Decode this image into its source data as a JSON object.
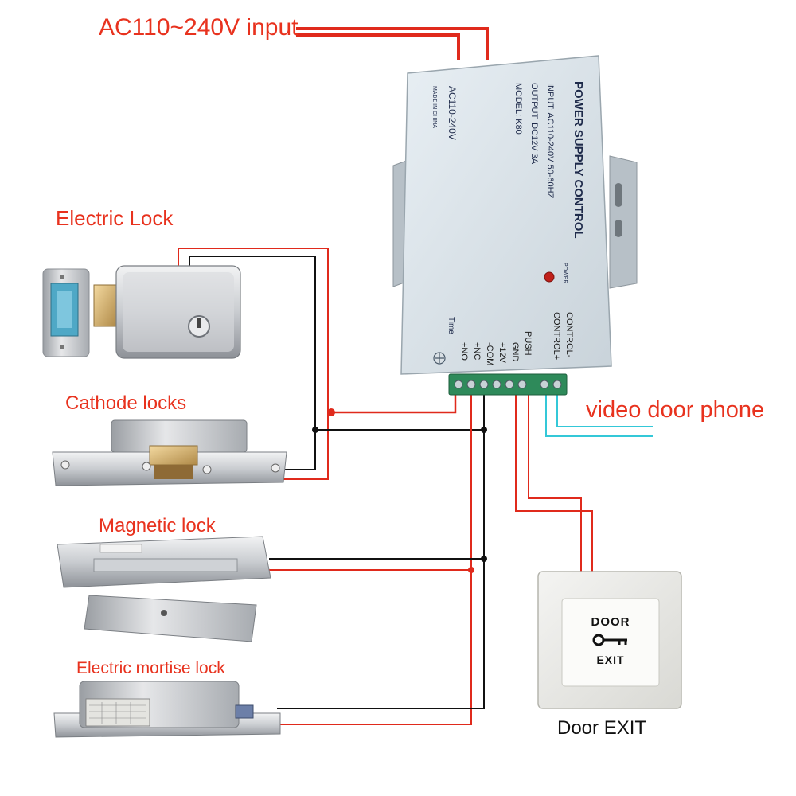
{
  "labels": {
    "ac_input": "AC110~240V input",
    "electric_lock": "Electric Lock",
    "cathode_locks": "Cathode locks",
    "magnetic_lock": "Magnetic lock",
    "electric_mortise_lock": "Electric mortise lock",
    "video_door_phone": "video door phone",
    "door_exit": "Door EXIT"
  },
  "power_supply": {
    "title": "POWER SUPPLY CONTROL",
    "input": "INPUT: AC110-240V  50-60HZ",
    "output": "OUTPUT: DC12V  3A",
    "model": "MODEL: K80",
    "voltage": "AC110-240V",
    "made_in": "MADE IN CHINA",
    "power_led_label": "POWER",
    "time_label": "Time",
    "terminals": [
      "+NO",
      "+NC",
      "-COM",
      "+12V",
      "GND",
      "PUSH",
      "CONTROL+",
      "CONTROL-"
    ]
  },
  "exit_button": {
    "line1": "DOOR",
    "line2": "EXIT"
  },
  "colors": {
    "label_red": "#e8321e",
    "wire_red": "#e02a1c",
    "wire_black": "#111111",
    "wire_cyan": "#34c8d8",
    "enclosure": "#dfe8ee"
  }
}
